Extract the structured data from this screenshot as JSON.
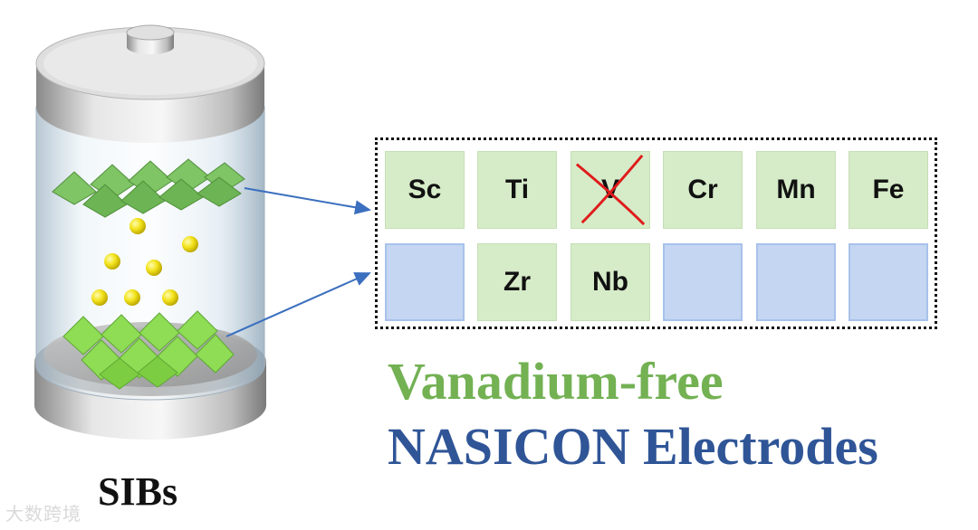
{
  "colors": {
    "title_line1": "#73b153",
    "title_line2": "#2f5597",
    "element_fill": "#d6ebc8",
    "empty_fill": "#c4d6f2",
    "cross": "#e01b1b",
    "arrow": "#3b6fbf"
  },
  "battery": {
    "label": "SIBs"
  },
  "element_grid": {
    "row1": [
      {
        "symbol": "Sc",
        "state": "element"
      },
      {
        "symbol": "Ti",
        "state": "element"
      },
      {
        "symbol": "V",
        "state": "crossed-out"
      },
      {
        "symbol": "Cr",
        "state": "element"
      },
      {
        "symbol": "Mn",
        "state": "element"
      },
      {
        "symbol": "Fe",
        "state": "element"
      }
    ],
    "row2": [
      {
        "symbol": "",
        "state": "empty"
      },
      {
        "symbol": "Zr",
        "state": "element"
      },
      {
        "symbol": "Nb",
        "state": "element"
      },
      {
        "symbol": "",
        "state": "empty"
      },
      {
        "symbol": "",
        "state": "empty"
      },
      {
        "symbol": "",
        "state": "empty"
      }
    ]
  },
  "title": {
    "line1": "Vanadium-free",
    "line2": "NASICON Electrodes"
  },
  "watermark": "大数跨境"
}
